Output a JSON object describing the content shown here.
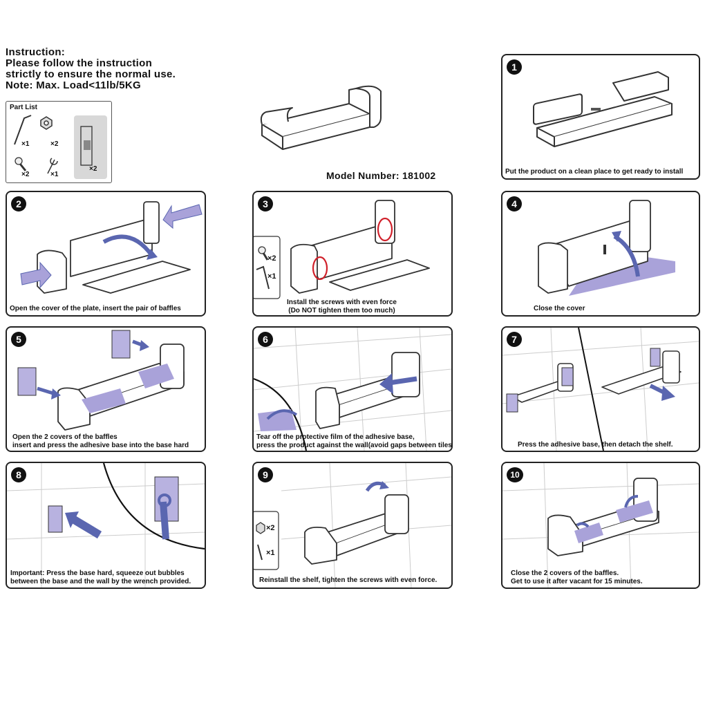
{
  "intro": {
    "line1": "Instruction:",
    "line2": "Please follow the instruction",
    "line3": "strictly to ensure the normal use.",
    "line4": "Note: Max. Load<11lb/5KG"
  },
  "part_list": {
    "title": "Part List",
    "allen_key_qty": "×1",
    "nut_qty": "×2",
    "screw_qty": "×2",
    "wrench_qty": "×1",
    "adhesive_base_qty": "×2"
  },
  "model": {
    "label": "Model Number:",
    "number": "181002"
  },
  "colors": {
    "accent_purple": "#a9a2d9",
    "arrow_blue": "#5a66b0",
    "highlight_red": "#d0202a",
    "line": "#333333"
  },
  "steps": [
    {
      "number": "1",
      "caption": [
        "Put the product on a clean place to get ready to install"
      ]
    },
    {
      "number": "2",
      "caption": [
        "Open the cover of the plate, insert the pair of baffles"
      ]
    },
    {
      "number": "3",
      "caption": [
        "Install the screws with even force",
        "(Do NOT tighten them too much)"
      ],
      "screw_qty": "×2",
      "allen_key_qty": "×1"
    },
    {
      "number": "4",
      "caption": [
        "Close the cover"
      ]
    },
    {
      "number": "5",
      "caption": [
        "Open the 2 covers of the baffles",
        "insert and press the adhesive base into the base hard"
      ]
    },
    {
      "number": "6",
      "caption": [
        "Tear off the protective film of the adhesive base,",
        "press the product against the wall(avoid gaps between tiles)"
      ]
    },
    {
      "number": "7",
      "caption": [
        "Press the adhesive base, then detach the shelf."
      ]
    },
    {
      "number": "8",
      "caption": [
        "Important: Press the base hard, squeeze out bubbles",
        "between the base and the wall by the wrench provided."
      ]
    },
    {
      "number": "9",
      "caption": [
        "Reinstall the shelf, tighten the screws with even force."
      ],
      "nut_qty": "×2",
      "wrench_qty": "×1"
    },
    {
      "number": "10",
      "caption": [
        "Close the 2 covers of the baffles.",
        "Get to use it after vacant for 15 minutes."
      ]
    }
  ]
}
